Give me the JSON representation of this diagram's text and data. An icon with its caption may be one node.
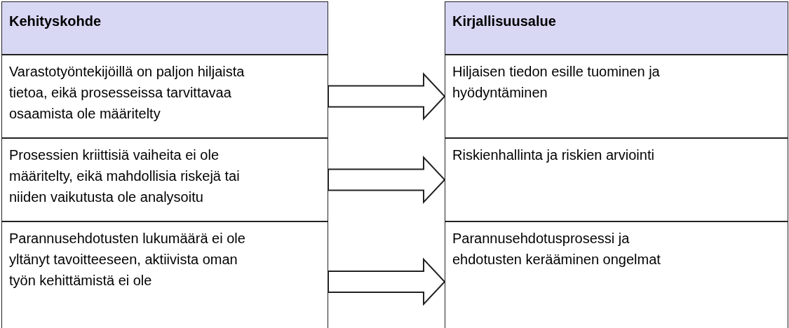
{
  "diagram": {
    "nodes": [
      {
        "text": [
          "Kehityskohde"
        ]
      },
      {
        "text": [
          "Varastotyöntekijöillä on paljon hiljaista tietoa, eikä prosesseissa tarvittavaa osaamista ole määritelty"
        ]
      },
      {
        "text": [
          "Prosessien kriittisiä vaiheita ei ole määritelty, eikä mahdollisia riskejä tai niiden vaikutusta ole analysoitu"
        ]
      },
      {
        "text": [
          "Parannusehdotusten lukumäärä ei ole yltänyt tavoitteeseen, aktiivista oman työn kehittämistä ei ole"
        ]
      },
      {
        "text": [
          "Kirjallisuusalue"
        ]
      },
      {
        "text": [
          "Hiljaisen tiedon esille tuominen ja hyödyntäminen"
        ]
      },
      {
        "text": [
          "Riskienhallinta ja riskien arviointi"
        ]
      },
      {
        "text": [
          "Parannusehdotusprosessi ja ehdotusten kerääminen ongelmat"
        ]
      }
    ],
    "edges": [
      {
        "from": 1,
        "to": 5,
        "arrow": "to"
      },
      {
        "from": 2,
        "to": 6,
        "arrow": "to"
      },
      {
        "from": 3,
        "to": 7,
        "arrow": "to"
      }
    ]
  }
}
